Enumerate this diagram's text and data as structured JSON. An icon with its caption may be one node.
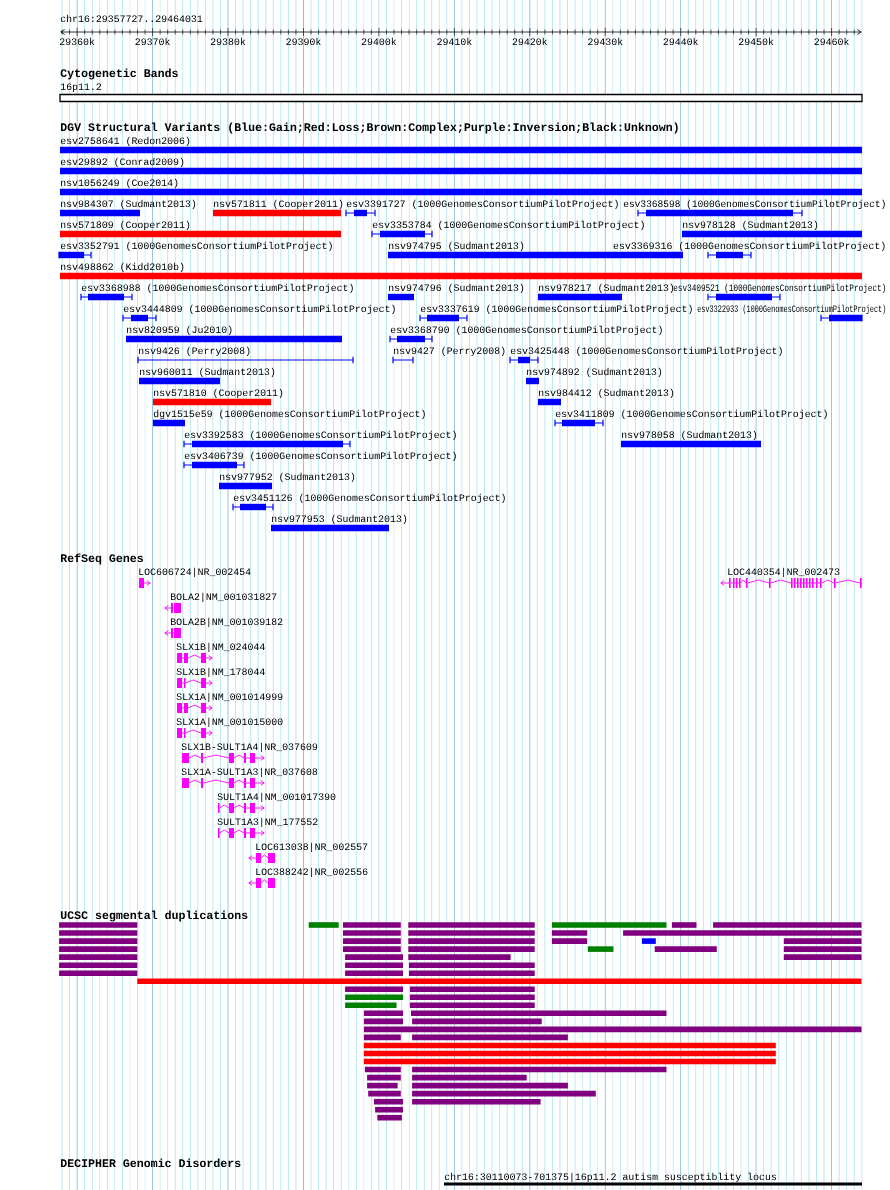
{
  "diagram": {
    "labels": [
      "chr16:29357727..29464031",
      "29360k",
      "29370k",
      "29380k",
      "29390k",
      "29400k",
      "29410k",
      "29420k",
      "29430k",
      "29440k",
      "29450k",
      "29460k",
      "Cytogenetic Bands",
      "16p11.2",
      "DGV Structural Variants (Blue:Gain;Red:Loss;Brown:Complex;Purple:Inversion;Black:Unknown)",
      "esv2758641 (Redon2006)",
      "esv29892 (Conrad2009)",
      "nsv1056249 (Coe2014)",
      "nsv984307 (Sudmant2013)",
      "nsv571811 (Cooper2011)",
      "esv3391727 (1000GenomesConsortiumPilotProject)",
      "esv3368598 (1000GenomesConsortiumPilotProject)",
      "nsv571809 (Cooper2011)",
      "esv3353784 (1000GenomesConsortiumPilotProject)",
      "nsv978128 (Sudmant2013)",
      "esv3352791 (1000GenomesConsortiumPilotProject)",
      "nsv974795 (Sudmant2013)",
      "esv3369316 (1000GenomesConsortiumPilotProject)",
      "nsv498862 (Kidd2010b)",
      "esv3368988 (1000GenomesConsortiumPilotProject)",
      "nsv974796 (Sudmant2013)",
      "nsv978217 (Sudmant2013)",
      "esv3409521 (1000GenomesConsortiumPilotProject)",
      "esv3444809 (1000GenomesConsortiumPilotProject)",
      "esv3337619 (1000GenomesConsortiumPilotProject)",
      "esv3322933 (1000GenomesConsortiumPilotProject)",
      "nsv820959 (Ju2010)",
      "esv3368790 (1000GenomesConsortiumPilotProject)",
      "nsv9426 (Perry2008)",
      "nsv9427 (Perry2008)",
      "esv3425448 (1000GenomesConsortiumPilotProject)",
      "nsv960011 (Sudmant2013)",
      "nsv974892 (Sudmant2013)",
      "nsv571810 (Cooper2011)",
      "nsv984412 (Sudmant2013)",
      "dgv1515e59 (1000GenomesConsortiumPilotProject)",
      "esv3411809 (1000GenomesConsortiumPilotProject)",
      "esv3392583 (1000GenomesConsortiumPilotProject)",
      "nsv978058 (Sudmant2013)",
      "esv3406739 (1000GenomesConsortiumPilotProject)",
      "nsv977952 (Sudmant2013)",
      "esv3451126 (1000GenomesConsortiumPilotProject)",
      "nsv977953 (Sudmant2013)",
      "RefSeq Genes",
      "LOC606724|NR_002454",
      "LOC440354|NR_002473",
      "BOLA2|NM_001031827",
      "BOLA2B|NM_001039182",
      "SLX1B|NM_024044",
      "SLX1B|NM_178044",
      "SLX1A|NM_001014999",
      "SLX1A|NM_001015000",
      "SLX1B-SULT1A4|NR_037609",
      "SLX1A-SULT1A3|NR_037608",
      "SULT1A4|NM_001017390",
      "SULT1A3|NM_177552",
      "LOC613038|NR_002557",
      "LOC388242|NR_002556",
      "UCSC segmental duplications",
      "DECIPHER Genomic Disorders",
      "chr16:30110073-701375|16p11.2 autism susceptiblity locus"
    ]
  }
}
